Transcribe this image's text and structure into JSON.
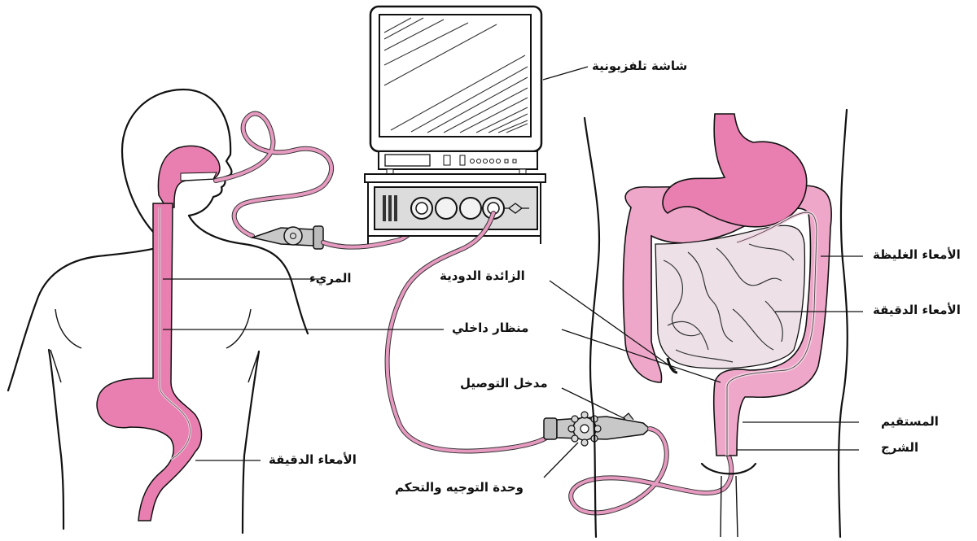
{
  "diagram": {
    "type": "medical-illustration",
    "subject": "endoscopy",
    "colors": {
      "organ_pink": "#e97fb0",
      "colon_pink": "#eea7c9",
      "small_intestine": "#ede1e7",
      "tube_pink": "#e79ac0",
      "device_gray": "#c8c8c8",
      "outline": "#111111"
    },
    "labels": {
      "tv_screen": "شاشة تلفزيونية",
      "large_intestine": "الأمعاء الغليظة",
      "small_intestine_right": "الأمعاء الدقيقة",
      "appendix": "الزائدة الدودية",
      "endoscope": "منظار داخلي",
      "esophagus": "المريء",
      "access_port": "مدخل التوصيل",
      "control_unit": "وحدة التوجيه والتحكم",
      "rectum": "المستقيم",
      "anus": "الشرج",
      "small_intestine_left": "الأمعاء الدقيقة"
    }
  }
}
